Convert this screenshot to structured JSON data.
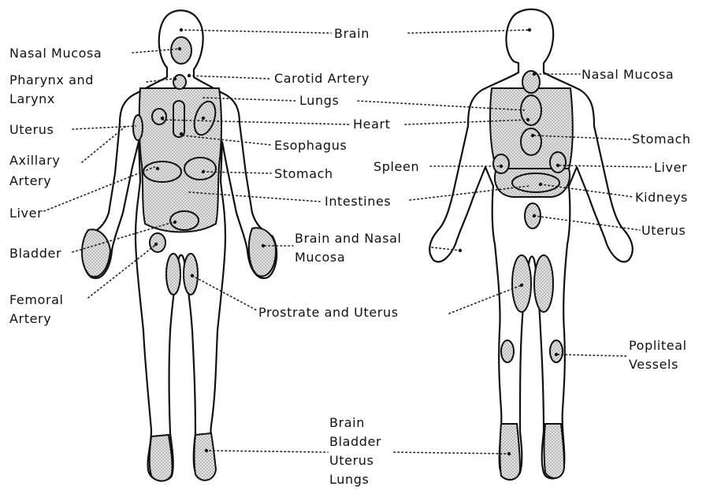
{
  "front_labels": {
    "brain": "Brain",
    "nasal_mucosa": "Nasal Mucosa",
    "pharynx_line1": "Pharynx  and",
    "pharynx_line2": "Larynx",
    "carotid_artery": "Carotid  Artery",
    "lungs": "Lungs",
    "uterus": "Uterus",
    "heart": "Heart",
    "esophagus": "Esophagus",
    "axillary_line1": "Axillary",
    "axillary_line2": "Artery",
    "stomach": "Stomach",
    "liver": "Liver",
    "intestines": "Intestines",
    "bladder": "Bladder",
    "brain_nasal_line1": "Brain  and  Nasal",
    "brain_nasal_line2": "Mucosa",
    "femoral_line1": "Femoral",
    "femoral_line2": "Artery",
    "prostrate_uterus": "Prostrate and Uterus",
    "feet_list": [
      "Brain",
      "Bladder",
      "Uterus",
      "Lungs"
    ]
  },
  "back_labels": {
    "nasal_mucosa": "Nasal Mucosa",
    "stomach": "Stomach",
    "spleen": "Spleen",
    "liver": "Liver",
    "kidneys": "Kidneys",
    "uterus": "Uterus",
    "popliteal_line1": "Popliteal",
    "popliteal_line2": "Vessels"
  }
}
